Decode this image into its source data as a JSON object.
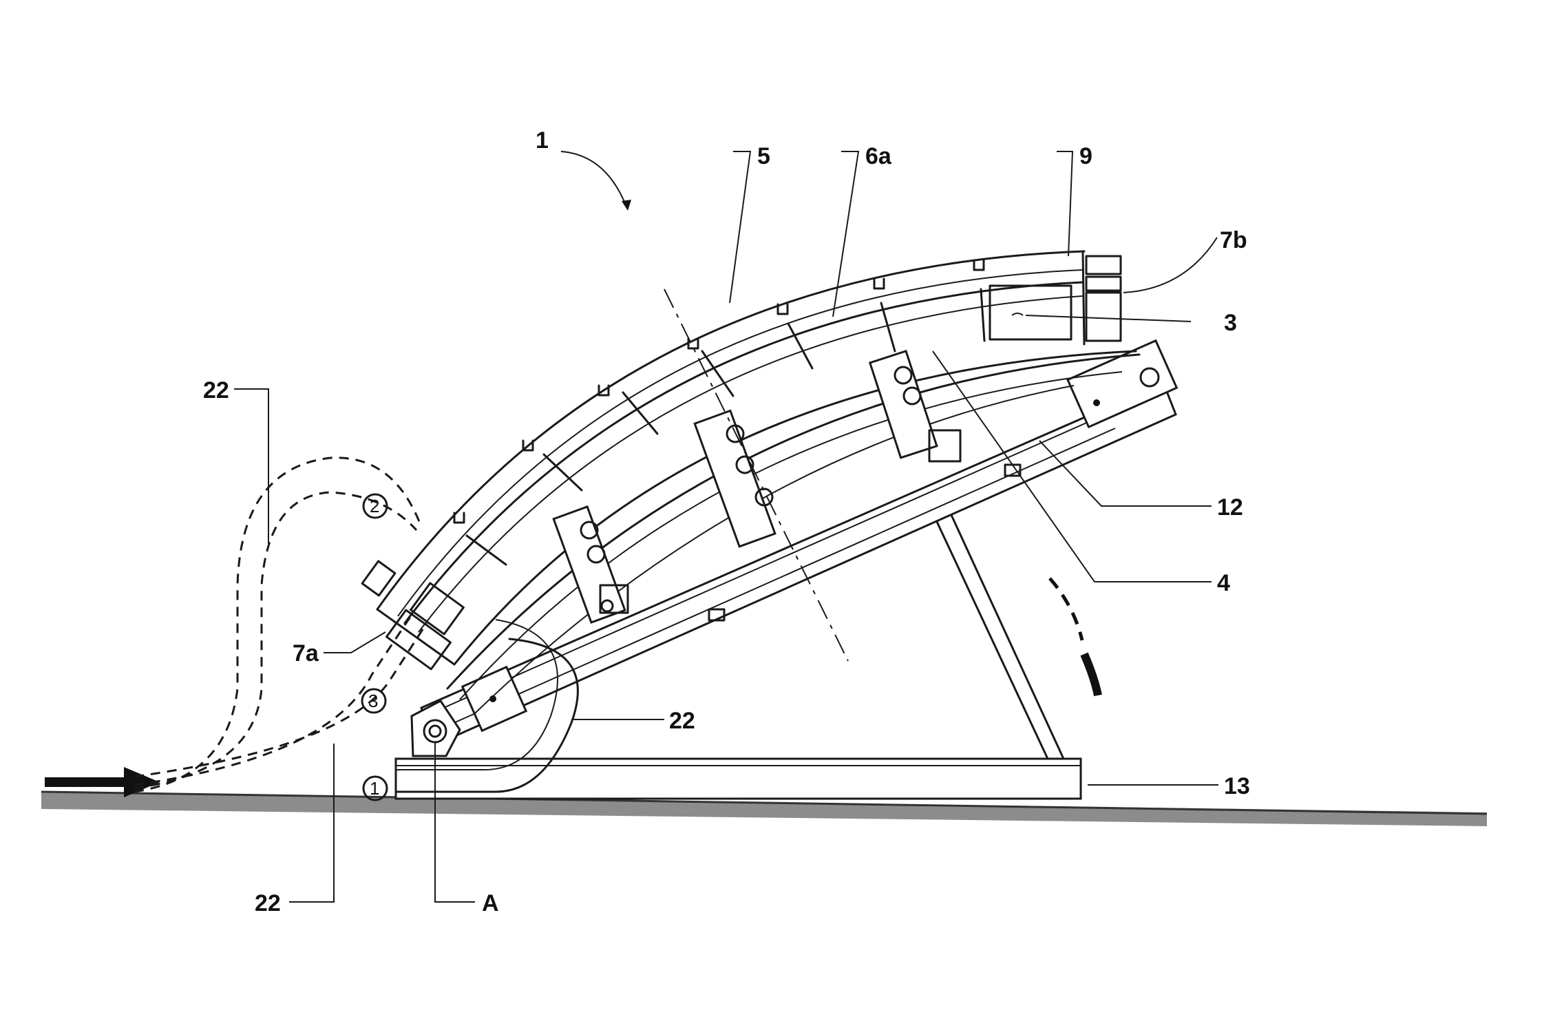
{
  "figure": {
    "labels": {
      "assembly": "1",
      "top_cover": "5",
      "segment": "6a",
      "end_cap": "9",
      "right_end": "7b",
      "frame_panel": "3",
      "hose_upper": "22",
      "pos_2": "2",
      "arm": "12",
      "inner_arc": "4",
      "left_end": "7a",
      "pos_3": "3",
      "hose_middle": "22",
      "pos_1": "1",
      "base": "13",
      "hose_lower": "22",
      "pivot": "A"
    }
  }
}
